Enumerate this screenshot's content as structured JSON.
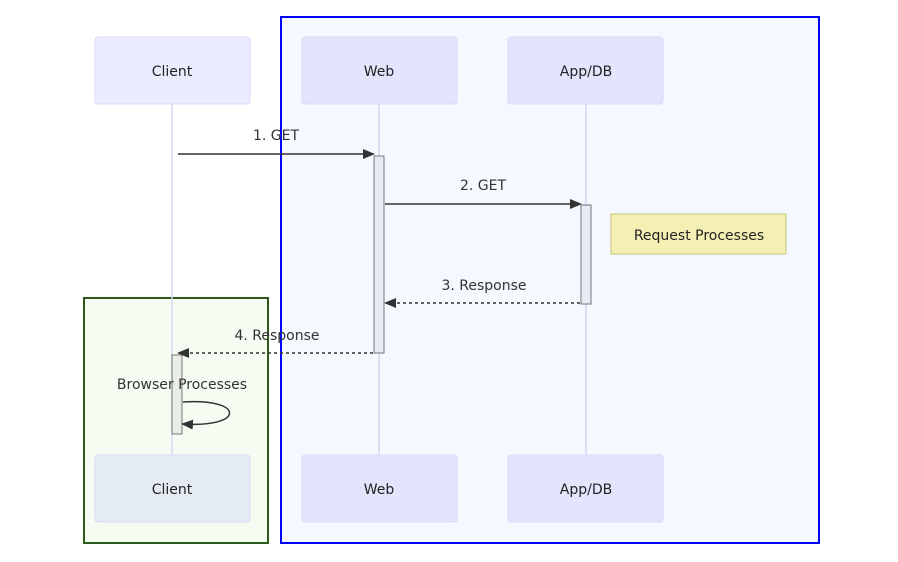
{
  "diagram": {
    "type": "sequence",
    "actors": [
      {
        "id": "client",
        "label": "Client"
      },
      {
        "id": "web",
        "label": "Web"
      },
      {
        "id": "appdb",
        "label": "App/DB"
      }
    ],
    "boxes": [
      {
        "name": "client-box",
        "color": "#2d5a1b"
      },
      {
        "name": "server-box",
        "color": "#0000ff"
      }
    ],
    "messages": [
      {
        "label": "1. GET",
        "from": "client",
        "to": "web",
        "style": "solid"
      },
      {
        "label": "2. GET",
        "from": "web",
        "to": "appdb",
        "style": "solid"
      },
      {
        "label": "3. Response",
        "from": "appdb",
        "to": "web",
        "style": "dashed"
      },
      {
        "label": "4. Response",
        "from": "web",
        "to": "client",
        "style": "dashed"
      },
      {
        "label": "Browser Processes",
        "from": "client",
        "to": "client",
        "style": "solid"
      }
    ],
    "notes": [
      {
        "label": "Request Processes",
        "position": "right of App/DB"
      }
    ]
  }
}
